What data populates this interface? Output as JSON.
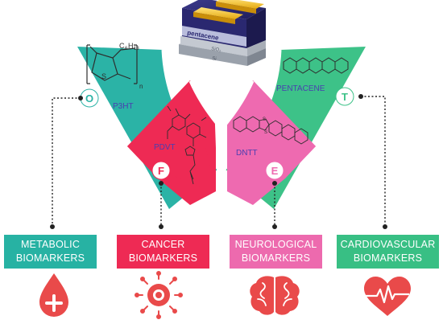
{
  "fans": {
    "p3ht": {
      "letter": "O",
      "label": "P3HT",
      "sub_n": "n",
      "sub_c": "C",
      "sub_6": "6",
      "sub_h": "H",
      "sub_13": "13",
      "sulfur": "S"
    },
    "pentacene": {
      "letter": "T",
      "label": "PENTACENE"
    },
    "pdvt": {
      "letter": "F",
      "label": "PDVT"
    },
    "dntt": {
      "letter": "E",
      "label": "DNTT",
      "sulfur_a": "S",
      "sulfur_b": "S"
    }
  },
  "device": {
    "semiconductor": "pentacene",
    "dielectric": "SiO₂",
    "substrate": "Si"
  },
  "biomarkers": [
    {
      "line1": "METABOLIC",
      "line2": "BIOMARKERS",
      "color": "#27b2a3",
      "icon": "blood-drop-plus-icon"
    },
    {
      "line1": "CANCER",
      "line2": "BIOMARKERS",
      "color": "#ee2a54",
      "icon": "cancer-cell-icon"
    },
    {
      "line1": "NEUROLOGICAL",
      "line2": "BIOMARKERS",
      "color": "#ed6aae",
      "icon": "brain-icon"
    },
    {
      "line1": "CARDIOVASCULAR",
      "line2": "BIOMARKERS",
      "color": "#38bf84",
      "icon": "heart-pulse-icon"
    }
  ],
  "colors": {
    "teal": "#2bb3a6",
    "green": "#3dc288",
    "red": "#ee2a54",
    "pink": "#ee6ab0",
    "text_blue": "#4a3fb0",
    "icon_red": "#e94a4a"
  }
}
